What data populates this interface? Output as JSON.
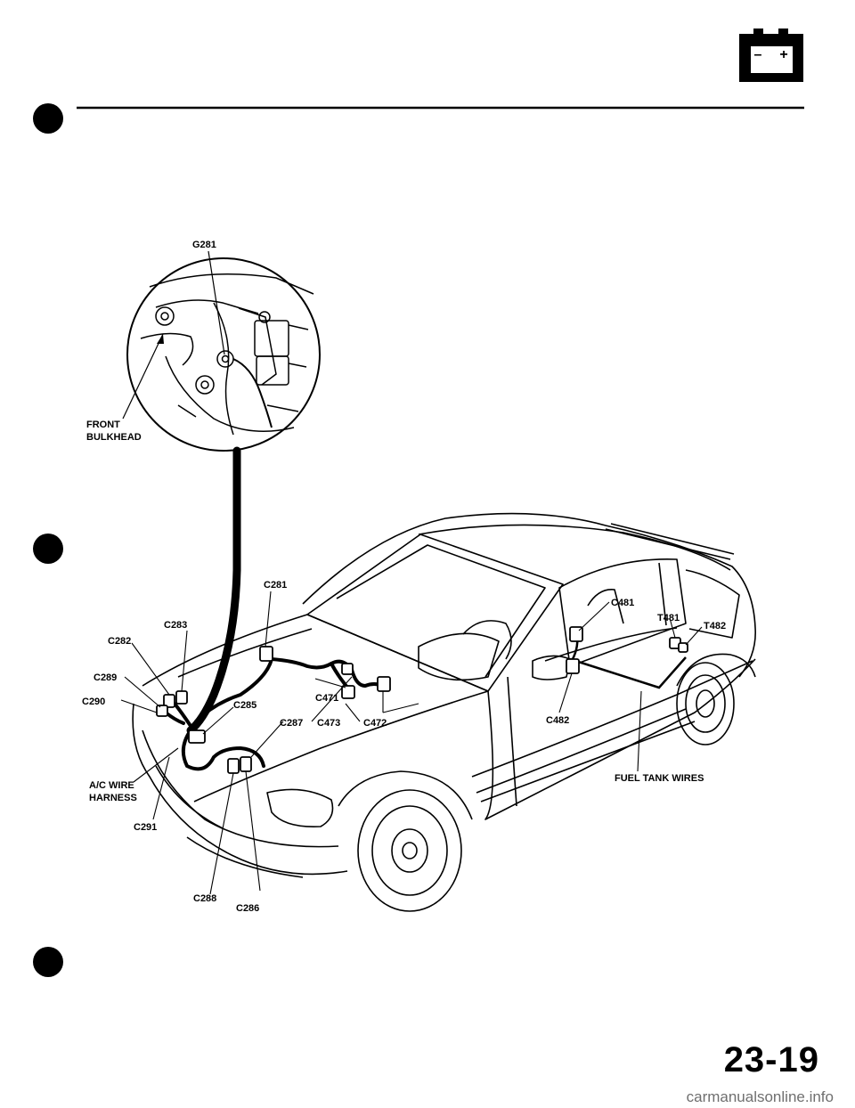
{
  "header": {
    "battery_minus": "–",
    "battery_plus": "+"
  },
  "labels": {
    "g281": "G281",
    "front_bulkhead_1": "FRONT",
    "front_bulkhead_2": "BULKHEAD",
    "c281": "C281",
    "c282": "C282",
    "c283": "C283",
    "c285": "C285",
    "c286": "C286",
    "c287": "C287",
    "c288": "C288",
    "c289": "C289",
    "c290": "C290",
    "c291": "C291",
    "c471": "C471",
    "c472": "C472",
    "c473": "C473",
    "c481": "C481",
    "c482": "C482",
    "t481": "T481",
    "t482": "T482",
    "ac_harness_1": "A/C WIRE",
    "ac_harness_2": "HARNESS",
    "fuel_tank_wires": "FUEL TANK WIRES"
  },
  "footer": {
    "page_number": "23-19",
    "watermark": "carmanualsonline.info"
  },
  "colors": {
    "ink": "#000000",
    "paper": "#ffffff",
    "watermark": "#6f6f6f"
  }
}
